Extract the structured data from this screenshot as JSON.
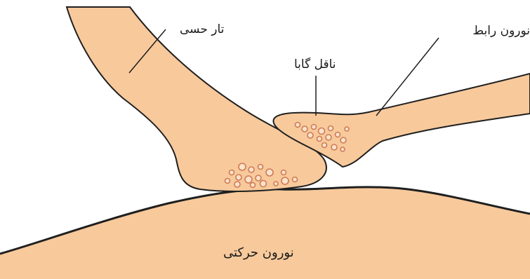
{
  "labels": {
    "sensory_fiber": "تار حسی",
    "interneuron": "نورون رابط",
    "gaba_transmitter": "ناقل گابا",
    "motor_neuron": "نورون حرکتی"
  },
  "colors": {
    "tissue_fill": "#f7c99b",
    "outline": "#1f1f1f",
    "vesicle_fill": "#fbe3cc",
    "vesicle_stroke": "#d07a56"
  }
}
